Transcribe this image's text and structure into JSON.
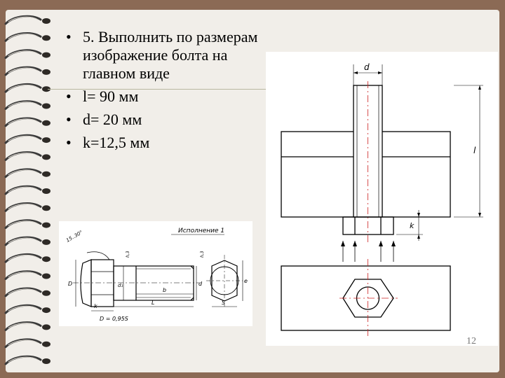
{
  "slide": {
    "bullets": [
      "5. Выполнить  по размерам изображение  болта на  главном  виде",
      "l= 90 мм",
      "d= 20 мм",
      "k=12,5  мм"
    ],
    "page_number": "12"
  },
  "main_drawing": {
    "labels": {
      "d": "d",
      "l": "l",
      "k": "k"
    }
  },
  "reference_drawing": {
    "title": "Исполнение 1",
    "labels": {
      "angle": "15..30°",
      "D": "D",
      "d1": "d₁",
      "d": "d",
      "e": "e",
      "b": "b",
      "k": "k",
      "L": "L",
      "S": "S",
      "h1": "h,3",
      "h2": "h,3",
      "formula": "D = 0,95S"
    }
  },
  "colors": {
    "background": "#8b6a55",
    "paper": "#f1eee9",
    "centerline": "#cc2222"
  }
}
